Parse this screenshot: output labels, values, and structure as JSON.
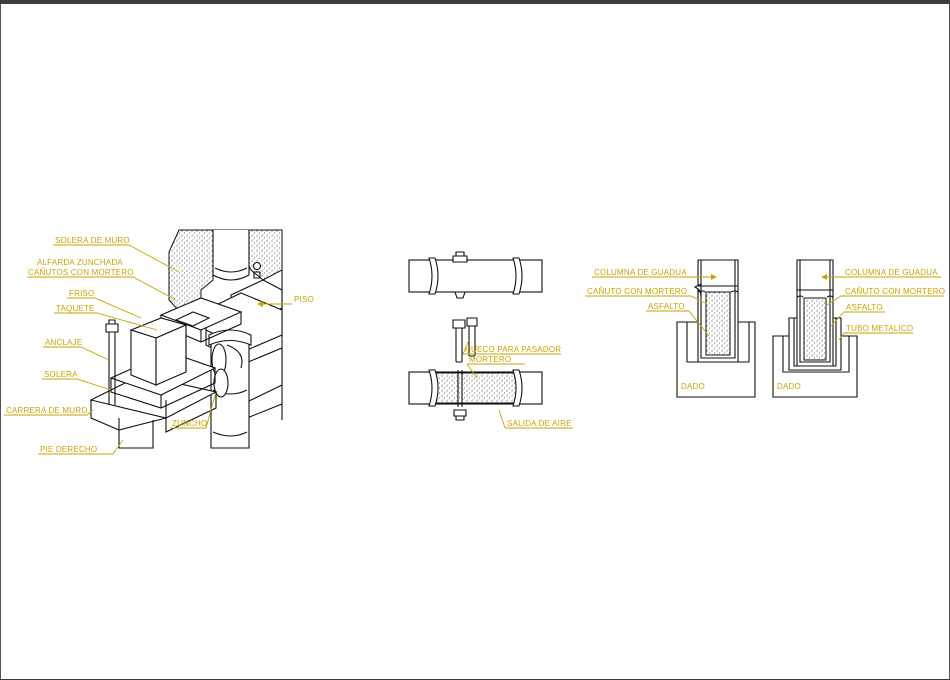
{
  "labels": {
    "iso": {
      "solera_muro": "SOLERA DE MURO",
      "alfarda": "ALFARDA ZUNCHADA",
      "canutos": "CAÑUTOS CON MORTERO",
      "friso": "FRISO",
      "taquete": "TAQUETE",
      "anclaje": "ANCLAJE",
      "solera": "SOLERA",
      "carrera": "CARRERA DE MURO",
      "pie_derecho": "PIE DERECHO",
      "zuncho": "ZUNCHO",
      "piso": "PISO"
    },
    "mid": {
      "hueco": "HUECO PARA PASADOR",
      "mortero": "MORTERO",
      "salida": "SALIDA DE AIRE"
    },
    "col1": {
      "columna": "COLUMNA DE GUADUA",
      "canuto": "CAÑUTO CON MORTERO",
      "asfalto": "ASFALTO",
      "dado": "DADO"
    },
    "col2": {
      "columna": "COLUMNA DE GUADUA",
      "canuto": "CAÑUTO CON MORTERO",
      "asfalto": "ASFALTO",
      "tubo": "TUBO METALICO",
      "dado": "DADO"
    }
  },
  "colors": {
    "annotation": "#c9a300",
    "line": "#111111",
    "frame": "#3a3d42"
  }
}
